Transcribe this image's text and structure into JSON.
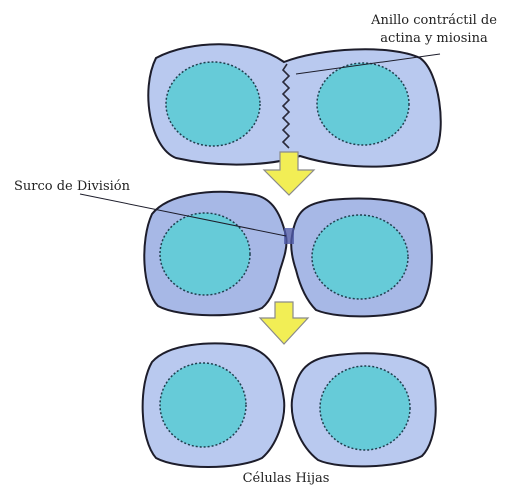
{
  "labels": {
    "ring_line1": "Anillo contráctil de",
    "ring_line2": "actina y miosina",
    "furrow": "Surco de División",
    "daughters": "Células Hijas"
  },
  "colors": {
    "cell_fill": "#b9c9ef",
    "cell_fill_dark": "#a7b8e6",
    "cell_stroke": "#1d1d2b",
    "nucleus_fill": "#66cbd8",
    "arrow_fill": "#f2ee55",
    "arrow_stroke": "#8a8a8a"
  }
}
